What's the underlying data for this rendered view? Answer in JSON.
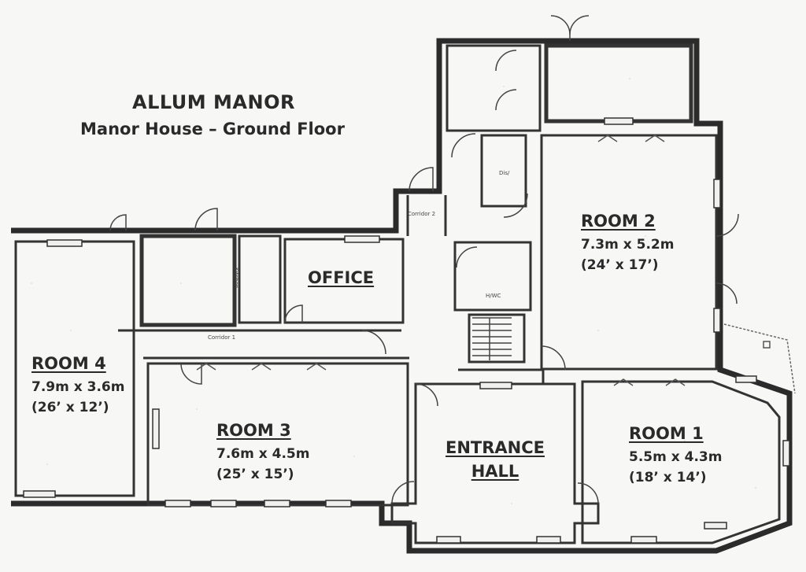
{
  "header": {
    "title": "ALLUM MANOR",
    "subtitle": "Manor House – Ground Floor"
  },
  "rooms": {
    "room1": {
      "name": "ROOM 1",
      "metric": "5.5m x 4.3m",
      "imperial": "(18’ x 14’)"
    },
    "room2": {
      "name": "ROOM 2",
      "metric": "7.3m x 5.2m",
      "imperial": "(24’ x 17’)"
    },
    "room3": {
      "name": "ROOM 3",
      "metric": "7.6m x 4.5m",
      "imperial": "(25’ x 15’)"
    },
    "room4": {
      "name": "ROOM 4",
      "metric": "7.9m x 3.6m",
      "imperial": "(26’ x 12’)"
    },
    "office": {
      "name": "OFFICE"
    },
    "entrance": {
      "line1": "ENTRANCE",
      "line2": "HALL"
    }
  },
  "small_labels": {
    "corridor1": "Corridor 1",
    "corridor2": "Corridor 2",
    "dis": "Dis/",
    "wc": "H/WC",
    "kitchen": "Kitchen"
  },
  "colors": {
    "wall": "#2b2b2b",
    "paper": "#f7f7f5",
    "text": "#2a2a2a"
  }
}
